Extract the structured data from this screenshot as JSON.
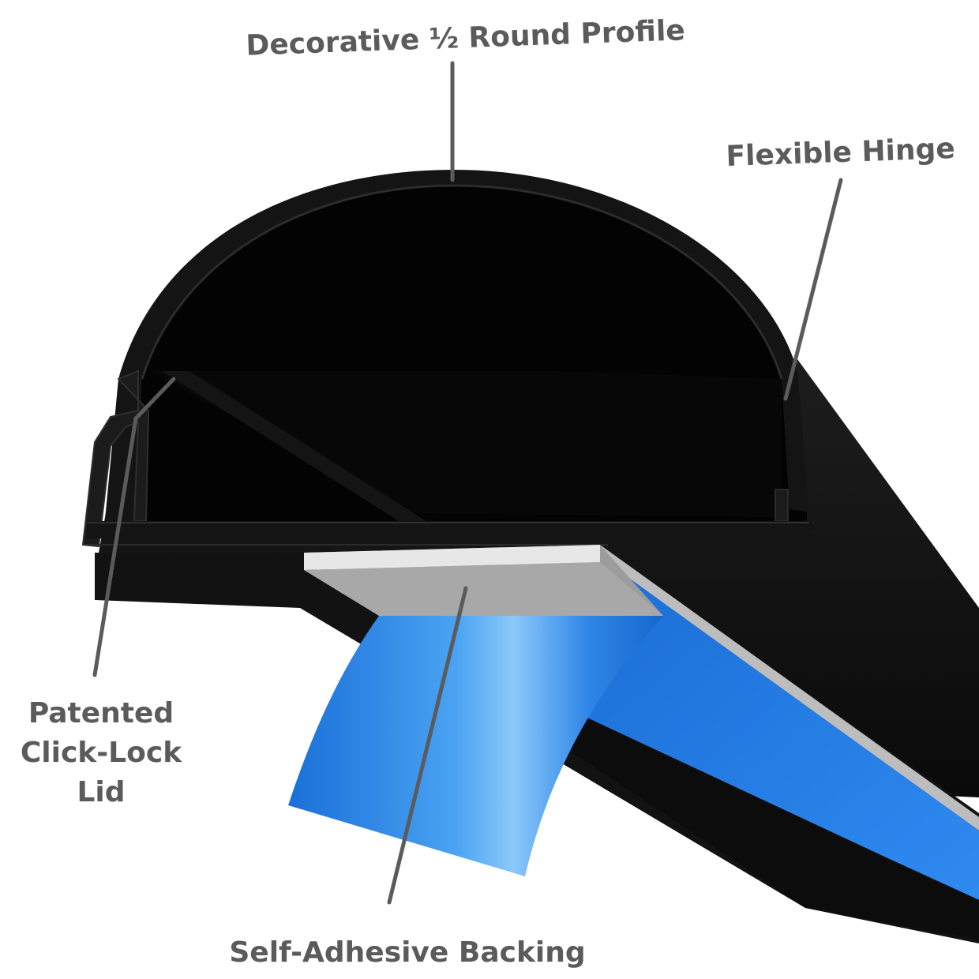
{
  "callouts": {
    "top_profile": {
      "text": "Decorative ½ Round Profile"
    },
    "hinge": {
      "text": "Flexible Hinge"
    },
    "lid": {
      "lines": [
        "Patented",
        "Click-Lock",
        "Lid"
      ]
    },
    "backing": {
      "text": "Self-Adhesive Backing"
    }
  },
  "colors": {
    "background": "#ffffff",
    "channel_body": "#111111",
    "channel_inner": "#050505",
    "edge_highlight": "#3a3a3a",
    "liner_blue": "#1f7fe0",
    "liner_light_blue": "#6fb6f7",
    "adhesive_strip": "#d7d7d7",
    "leader_line": "#5b5b5b",
    "label_text": "#5b5b5b"
  }
}
